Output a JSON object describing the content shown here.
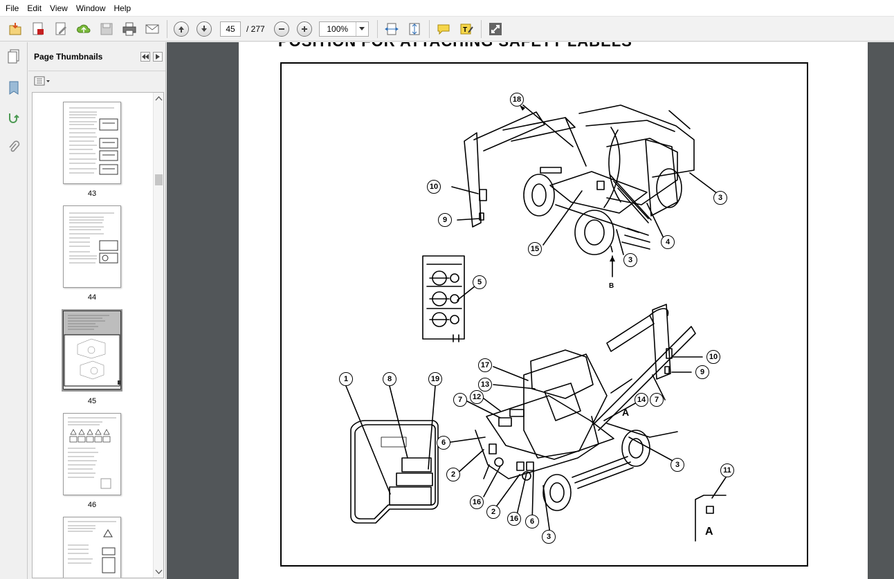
{
  "menu": [
    "File",
    "Edit",
    "View",
    "Window",
    "Help"
  ],
  "toolbar": {
    "current_page": "45",
    "total_pages": "/ 277",
    "zoom": "100%"
  },
  "panel": {
    "title": "Page Thumbnails"
  },
  "thumbnails": [
    {
      "label": "43"
    },
    {
      "label": "44"
    },
    {
      "label": "45"
    },
    {
      "label": "46"
    }
  ],
  "page": {
    "cut_title": "POSITION FOR ATTACHING SAFETY LABELS",
    "callouts": [
      "18",
      "10",
      "9",
      "15",
      "3",
      "4",
      "3",
      "5",
      "1",
      "8",
      "19",
      "17",
      "13",
      "7",
      "12",
      "6",
      "2",
      "16",
      "2",
      "16",
      "6",
      "3",
      "14",
      "7",
      "10",
      "9",
      "3",
      "11"
    ],
    "letters": [
      "B",
      "A",
      "A"
    ]
  }
}
